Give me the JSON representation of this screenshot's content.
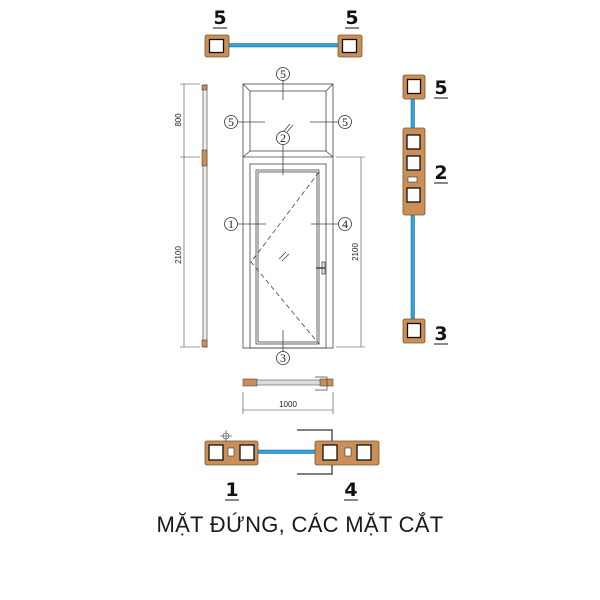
{
  "title": "MẶT ĐỨNG, CÁC MẶT CẮT",
  "section_labels": {
    "top_left": "5",
    "top_right": "5",
    "right_top": "5",
    "right_mid": "2",
    "right_bottom": "3",
    "bottom_left": "1",
    "bottom_right": "4"
  },
  "elevation_markers": {
    "transom_top": "5",
    "transom_left": "5",
    "transom_right": "5",
    "mullion": "2",
    "leaf_left": "1",
    "leaf_right": "4",
    "leaf_bottom": "3"
  },
  "dimensions": {
    "transom_height": "800",
    "door_height_left": "2100",
    "door_height_right": "2100",
    "door_width": "1000"
  },
  "colors": {
    "profile": "#c98f57",
    "glass": "#2aa7df",
    "line": "#333333"
  }
}
